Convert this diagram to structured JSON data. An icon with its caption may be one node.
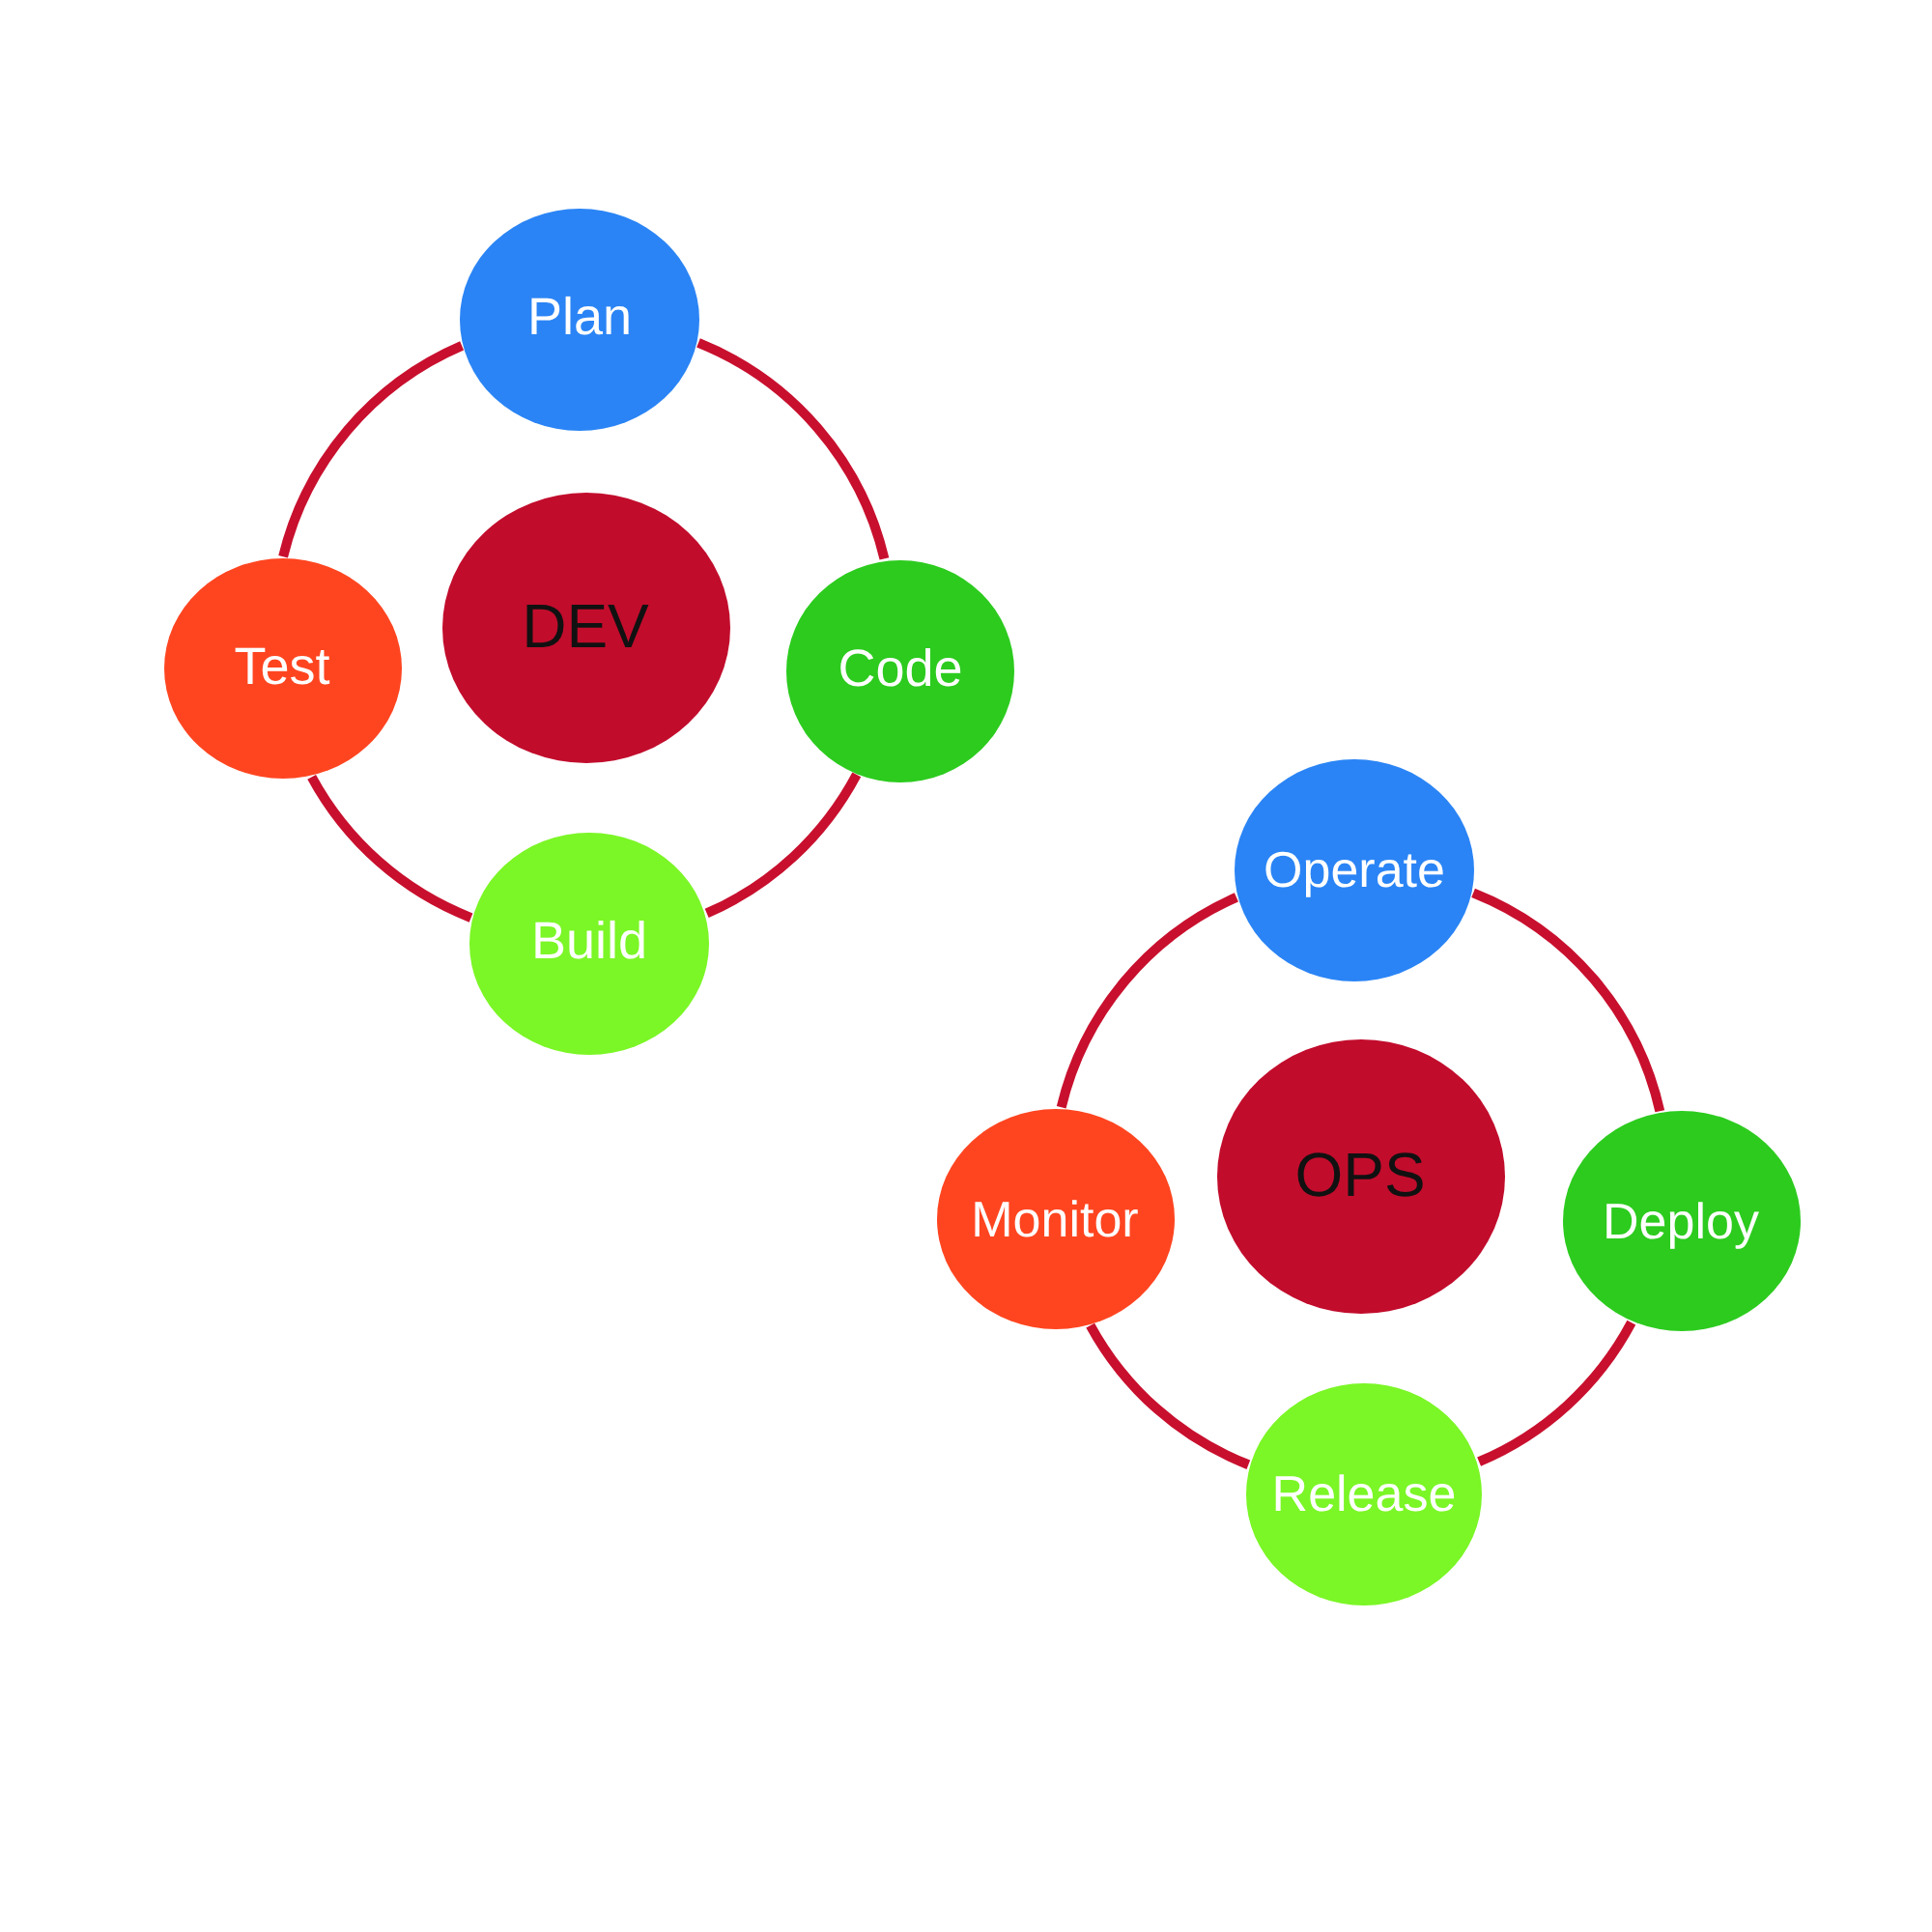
{
  "diagram": {
    "nodes": [
      {
        "text": [
          "Plan"
        ]
      },
      {
        "text": [
          "Test"
        ]
      },
      {
        "text": [
          "DEV"
        ]
      },
      {
        "text": [
          "Code"
        ]
      },
      {
        "text": [
          "Build"
        ]
      },
      {
        "text": [
          "Operate"
        ]
      },
      {
        "text": [
          "Monitor"
        ]
      },
      {
        "text": [
          "OPS"
        ]
      },
      {
        "text": [
          "Deploy"
        ]
      },
      {
        "text": [
          "Release"
        ]
      }
    ],
    "edges": [
      {
        "from": 0,
        "to": 3,
        "arrow": "none"
      },
      {
        "from": 3,
        "to": 4,
        "arrow": "none"
      },
      {
        "from": 4,
        "to": 1,
        "arrow": "none"
      },
      {
        "from": 1,
        "to": 0,
        "arrow": "none"
      },
      {
        "from": 5,
        "to": 8,
        "arrow": "none"
      },
      {
        "from": 8,
        "to": 9,
        "arrow": "none"
      },
      {
        "from": 9,
        "to": 6,
        "arrow": "none"
      },
      {
        "from": 6,
        "to": 5,
        "arrow": "none"
      }
    ]
  }
}
